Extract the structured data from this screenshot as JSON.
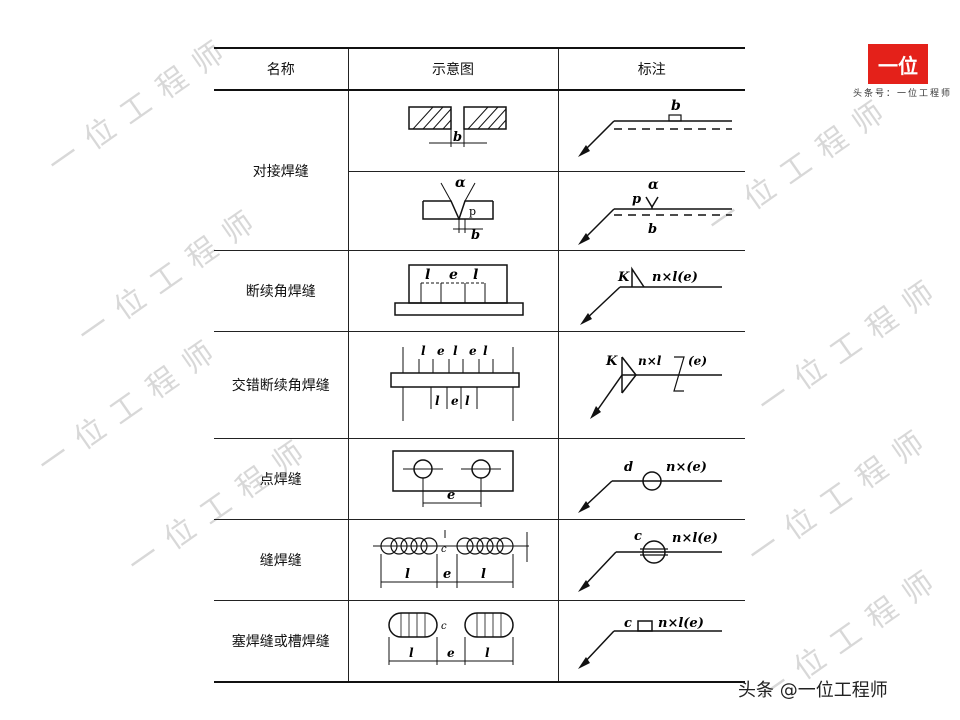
{
  "brand": {
    "logo_text": "一位",
    "subtitle": "头条号：一位工程师"
  },
  "watermark_text": "一位工程师",
  "table": {
    "headers": [
      "名称",
      "示意图",
      "标注"
    ],
    "rows": [
      {
        "name": "对接焊缝",
        "symbols": {
          "b": "b",
          "alpha": "α",
          "p": "p"
        }
      },
      {
        "name": "断续角焊缝",
        "labels": {
          "l": "l",
          "e": "e",
          "K": "K",
          "formula": "n×l(e)"
        }
      },
      {
        "name": "交错断续角焊缝",
        "labels": {
          "l": "l",
          "e": "e",
          "K": "K",
          "formula": "n×l",
          "e_paren": "(e)"
        }
      },
      {
        "name": "点焊缝",
        "labels": {
          "e": "e",
          "d": "d",
          "formula": "n×(e)"
        }
      },
      {
        "name": "缝焊缝",
        "labels": {
          "l": "l",
          "e": "e",
          "c": "c",
          "formula": "n×l(e)"
        }
      },
      {
        "name": "塞焊缝或槽焊缝",
        "labels": {
          "l": "l",
          "e": "e",
          "c": "c",
          "formula": "n×l(e)"
        }
      }
    ]
  },
  "source": "头条 @一位工程师"
}
